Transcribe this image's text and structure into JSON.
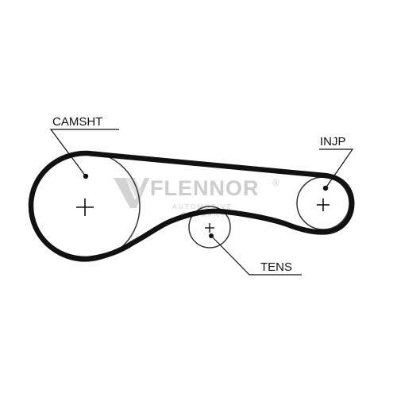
{
  "diagram": {
    "labels": {
      "camsht": "CAMSHT",
      "injp": "INJP",
      "tens": "TENS"
    },
    "watermark": {
      "brand": "FLENNOR",
      "registered": "®",
      "tagline_1": "AUTOMOTIVE",
      "tagline_2": "GERMANY"
    },
    "colors": {
      "belt": "#111111",
      "pulley": "#333333",
      "watermark": "#c8c8c8"
    },
    "icons": {
      "center_mark": "plus-icon",
      "watermark_mark": "flennor-logo-icon"
    }
  }
}
